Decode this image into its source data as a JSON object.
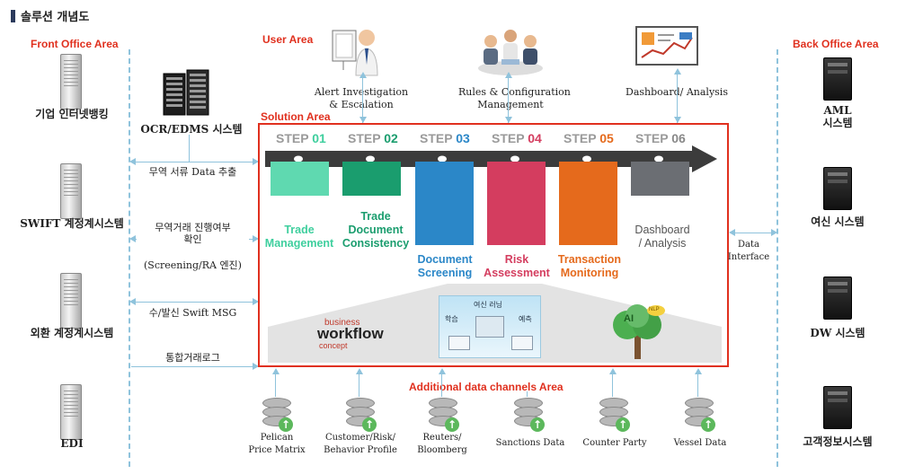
{
  "title": "솔루션 개념도",
  "areas": {
    "front_office": "Front Office Area",
    "back_office": "Back Office Area",
    "user": "User Area",
    "solution": "Solution Area",
    "additional": "Additional data channels Area"
  },
  "front_systems": [
    "기업 인터넷뱅킹",
    "SWIFT 계정계시스템",
    "외환 계정계시스템",
    "EDI"
  ],
  "back_systems": [
    "AML\n시스템",
    "여신 시스템",
    "DW 시스템",
    "고객정보시스템"
  ],
  "middle_labels": {
    "ocr": "OCR/EDMS 시스템",
    "flow1": "무역 서류 Data 추출",
    "flow2a": "무역거래 진행여부",
    "flow2b": "확인",
    "flow2c": "(Screening/RA 엔진)",
    "flow3": "수/발신 Swift MSG",
    "flow4": "통합거래로그"
  },
  "user_items": [
    {
      "label1": "Alert Investigation",
      "label2": "& Escalation"
    },
    {
      "label1": "Rules & Configuration",
      "label2": "Management"
    },
    {
      "label1": "Dashboard/ Analysis",
      "label2": ""
    }
  ],
  "steps": [
    {
      "prefix": "STEP",
      "num": "01",
      "line1": "Trade",
      "line2": "Management",
      "line3": "",
      "color": "#5fd9b0",
      "num_color": "#3fcf9e"
    },
    {
      "prefix": "STEP",
      "num": "02",
      "line1": "Trade",
      "line2": "Document",
      "line3": "Consistency",
      "color": "#1a9d6e",
      "num_color": "#1a9d6e"
    },
    {
      "prefix": "STEP",
      "num": "03",
      "line1": "Document",
      "line2": "Screening",
      "line3": "",
      "color": "#2b87c8",
      "num_color": "#2b87c8"
    },
    {
      "prefix": "STEP",
      "num": "04",
      "line1": "Risk",
      "line2": "Assessment",
      "line3": "",
      "color": "#d43d5f",
      "num_color": "#d43d5f"
    },
    {
      "prefix": "STEP",
      "num": "05",
      "line1": "Transaction",
      "line2": "Monitoring",
      "line3": "",
      "color": "#e56a1c",
      "num_color": "#e56a1c"
    },
    {
      "prefix": "STEP",
      "num": "06",
      "line1": "Dashboard",
      "line2": "/ Analysis",
      "line3": "",
      "color": "#6b6e73",
      "num_color": "#888888"
    }
  ],
  "data_interface": {
    "line1": "Data",
    "line2": "Interface"
  },
  "engine_labels": {
    "business": "business",
    "workflow": "workflow",
    "concept": "concept",
    "ml_center": "여신 러닝",
    "ml_left": "학습",
    "ml_right": "예측",
    "ai": "AI",
    "ai_badge": "NLP"
  },
  "channels": [
    {
      "line1": "Pelican",
      "line2": "Price Matrix"
    },
    {
      "line1": "Customer/Risk/",
      "line2": "Behavior Profile"
    },
    {
      "line1": "Reuters/",
      "line2": "Bloomberg"
    },
    {
      "line1": "Sanctions Data",
      "line2": ""
    },
    {
      "line1": "Counter Party",
      "line2": ""
    },
    {
      "line1": "Vessel Data",
      "line2": ""
    }
  ],
  "colors": {
    "accent_red": "#e0301e",
    "arrow_blue": "#8fc3dc",
    "step_band": "#3c3c3c"
  }
}
